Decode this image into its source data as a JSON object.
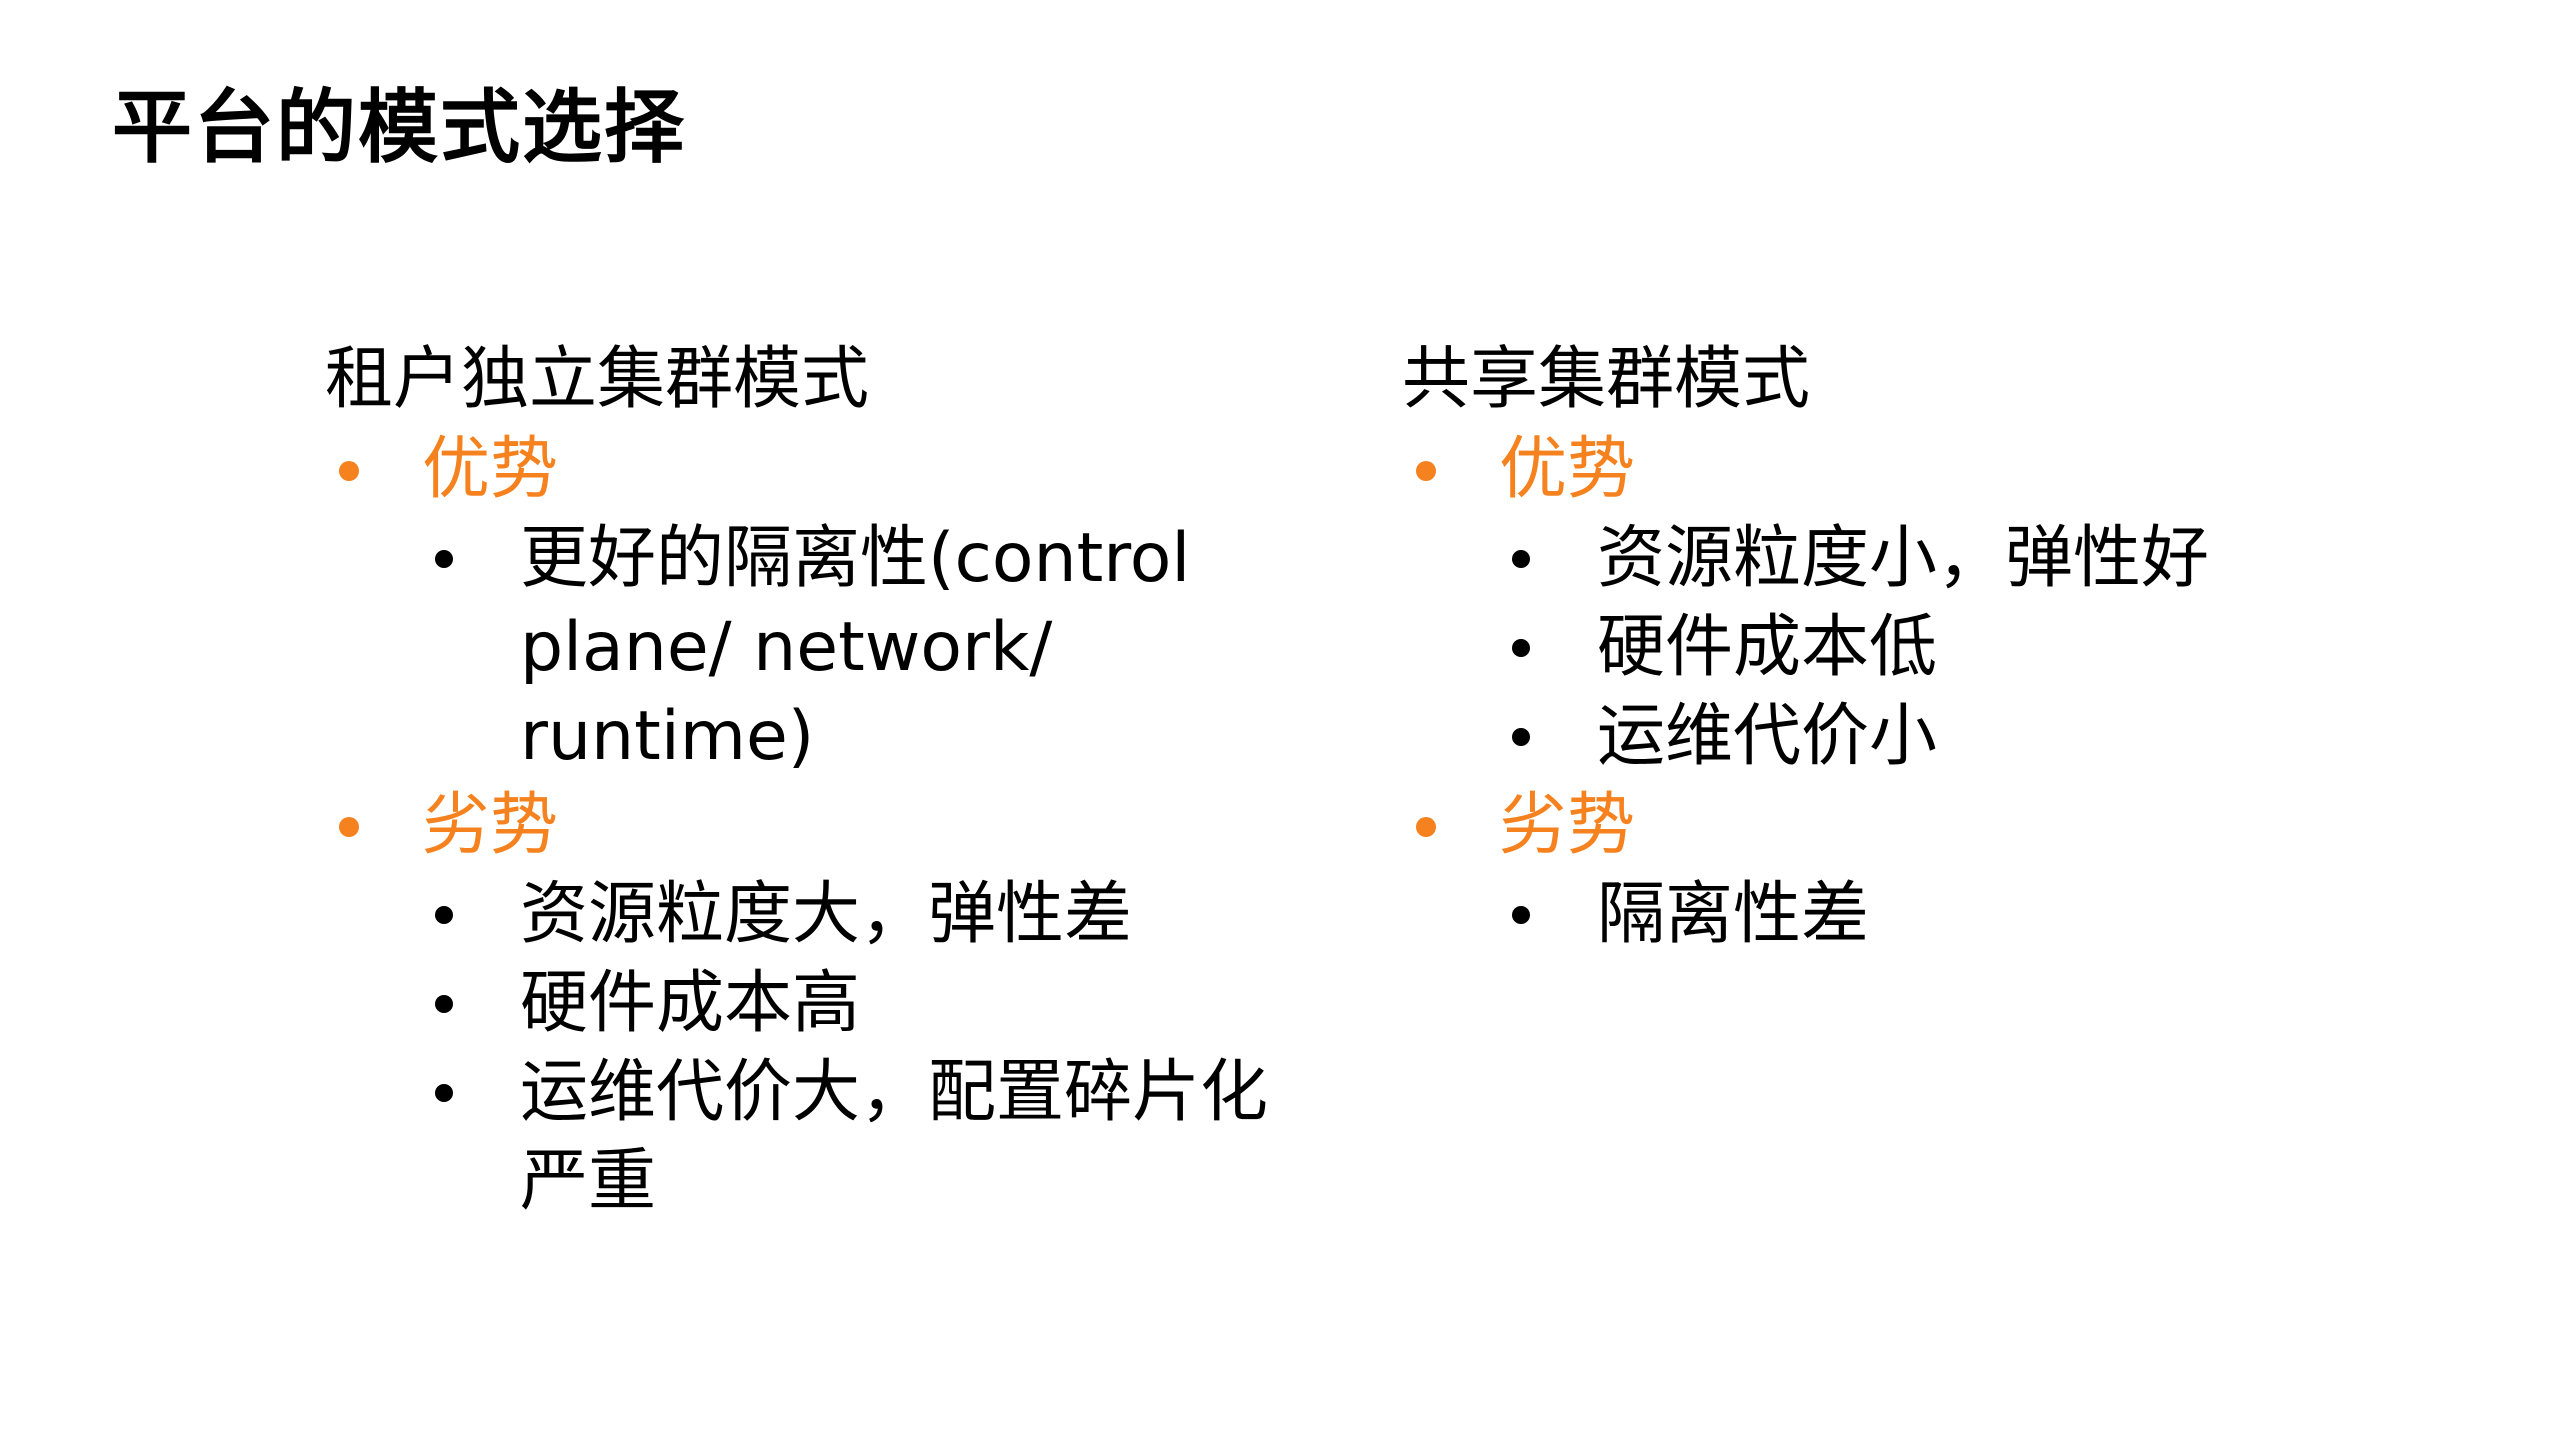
{
  "title": "平台的模式选择",
  "accent_color": "#F5821F",
  "columns": [
    {
      "heading": "租户独立集群模式",
      "sections": [
        {
          "label": "优势",
          "items": [
            "更好的隔离性(control plane/ network/ runtime)"
          ]
        },
        {
          "label": "劣势",
          "items": [
            "资源粒度大，弹性差",
            "硬件成本高",
            "运维代价大，配置碎片化严重"
          ]
        }
      ]
    },
    {
      "heading": "共享集群模式",
      "sections": [
        {
          "label": "优势",
          "items": [
            "资源粒度小，弹性好",
            "硬件成本低",
            "运维代价小"
          ]
        },
        {
          "label": "劣势",
          "items": [
            "隔离性差"
          ]
        }
      ]
    }
  ]
}
